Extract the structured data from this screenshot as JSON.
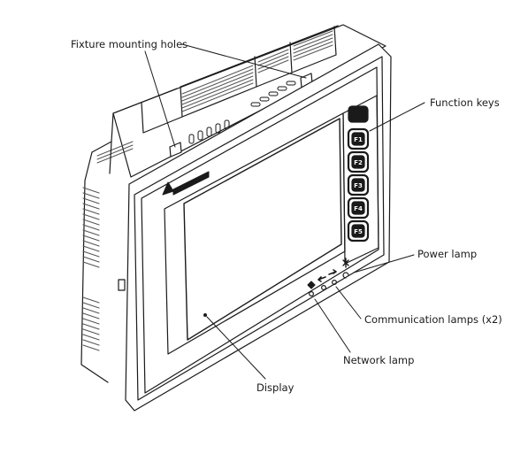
{
  "labels": {
    "fixture_holes": "Fixture mounting holes",
    "function_keys": "Function keys",
    "power_lamp": "Power lamp",
    "comm_lamps": "Communication lamps (x2)",
    "network_lamp": "Network lamp",
    "display": "Display"
  },
  "function_key_captions": [
    "F1",
    "F2",
    "F3",
    "F4",
    "F5"
  ],
  "colors": {
    "line": "#1a1a1a",
    "hatch": "#555555",
    "screen_fill": "#ffffff"
  }
}
